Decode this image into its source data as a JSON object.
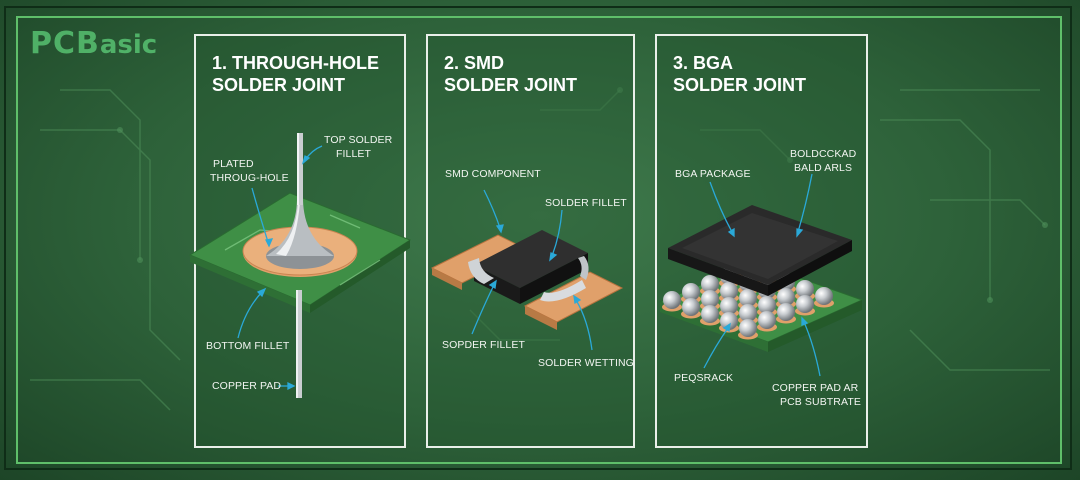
{
  "logo": {
    "text_a": "PCB",
    "text_b": "asic"
  },
  "panels": [
    {
      "title_line1": "1. THROUGH-HOLE",
      "title_line2": "SOLDER JOINT",
      "labels": {
        "top_solder_fillet_1": "TOP SOLDER",
        "top_solder_fillet_2": "FILLET",
        "plated_1": "PLATED",
        "plated_2": "THROUG-HOLE",
        "bottom_fillet": "BOTTOM FILLET",
        "copper_pad": "COPPER PAD"
      }
    },
    {
      "title_line1": "2. SMD",
      "title_line2": "SOLDER JOINT",
      "labels": {
        "smd_component": "SMD COMPONENT",
        "solder_fillet": "SOLDER FILLET",
        "sopder_fillet": "SOPDER FILLET",
        "solder_wetting": "SOLDER WETTING"
      }
    },
    {
      "title_line1": "3. BGA",
      "title_line2": "SOLDER JOINT",
      "labels": {
        "bga_package": "BGA PACKAGE",
        "boldcckad_1": "BOLDCCKAD",
        "boldcckad_2": "BALD ARLS",
        "peqsrack": "PEQSRACK",
        "copper_pad_1": "COPPER PAD AR",
        "copper_pad_2": "PCB SUBTRATE"
      }
    }
  ],
  "colors": {
    "background": "#2d6139",
    "panel_border": "#e9efe9",
    "board_green": "#3f8f46",
    "copper": "#e0a06a",
    "chip_black": "#262626",
    "arrow_blue": "#2aa9d8",
    "frame_green": "#5fbf6a"
  }
}
